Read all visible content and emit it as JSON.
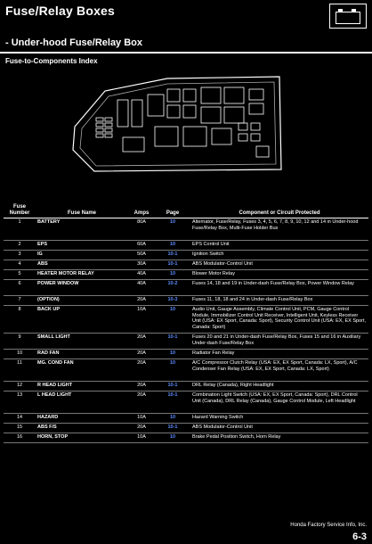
{
  "header": {
    "title": "Fuse/Relay Boxes",
    "subtitle": "- Under-hood Fuse/Relay Box",
    "index": "Fuse-to-Components Index"
  },
  "table": {
    "headers": [
      "Fuse Number",
      "Fuse Name",
      "Amps",
      "Page",
      "Component or Circuit Protected"
    ],
    "rows": [
      {
        "num": "1",
        "name": "BATTERY",
        "amps": "80A",
        "page": "10",
        "desc": "Alternator, Fuse/Relay, Fuses 3, 4, 5, 6, 7, 8, 9, 10, 12 and 14 in Under-hood Fuse/Relay Box, Multi-Fuse Holder Bus",
        "h": "r1"
      },
      {
        "num": "2",
        "name": "EPS",
        "amps": "60A",
        "page": "10",
        "desc": "EPS Control Unit",
        "h": "r0"
      },
      {
        "num": "3",
        "name": "IG",
        "amps": "50A",
        "page": "10-1",
        "desc": "Ignition Switch",
        "h": "r0"
      },
      {
        "num": "4",
        "name": "ABS",
        "amps": "30A",
        "page": "10-1",
        "desc": "ABS Modulator-Control Unit",
        "h": "r0"
      },
      {
        "num": "5",
        "name": "HEATER MOTOR RELAY",
        "amps": "40A",
        "page": "10",
        "desc": "Blower Motor Relay",
        "h": "r0"
      },
      {
        "num": "6",
        "name": "POWER WINDOW",
        "amps": "40A",
        "page": "10-2",
        "desc": "Fuses 14, 18 and 19 in Under-dash Fuse/Relay Box, Power Window Relay",
        "h": "r2"
      },
      {
        "num": "7",
        "name": "(OPTION)",
        "amps": "20A",
        "page": "10-3",
        "desc": "Fuses 11, 18, 18 and 24 in Under-dash Fuse/Relay Box",
        "h": "r0"
      },
      {
        "num": "8",
        "name": "BACK UP",
        "amps": "10A",
        "page": "10",
        "desc": "Audio Unit, Gauge Assembly, Climate Control Unit, PCM, Gauge Control Module, Immobilizer Control Unit Receiver, Intelligent Unit, Keyless Receiver Unit (USA: EX Sport, Canada: Sport), Security Control Unit (USA: EX, EX Sport, Canada: Sport)",
        "h": "r3"
      },
      {
        "num": "9",
        "name": "SMALL LIGHT",
        "amps": "20A",
        "page": "10-1",
        "desc": "Fuses 20 and 21 in Under-dash Fuse/Relay Box, Fuses 15 and 16 in Auxiliary Under-dash Fuse/Relay Box",
        "h": "r2"
      },
      {
        "num": "10",
        "name": "RAD FAN",
        "amps": "20A",
        "page": "10",
        "desc": "Radiator Fan Relay",
        "h": "r0"
      },
      {
        "num": "11",
        "name": "MG. COND FAN",
        "amps": "20A",
        "page": "10",
        "desc": "A/C Compressor Clutch Relay (USA: EX, EX Sport, Canada: LX, Sport), A/C Condenser Fan Relay (USA: EX, EX Sport, Canada: LX, Sport)",
        "h": "r1"
      },
      {
        "num": "12",
        "name": "R HEAD LIGHT",
        "amps": "20A",
        "page": "10-1",
        "desc": "DRL Relay (Canada), Right Headlight",
        "h": "r0"
      },
      {
        "num": "13",
        "name": "L HEAD LIGHT",
        "amps": "20A",
        "page": "10-1",
        "desc": "Combination Light Switch (USA: EX, EX Sport, Canada: Sport), DRL Control Unit (Canada), DRL Relay (Canada), Gauge Control Module, Left Headlight",
        "h": "r1"
      },
      {
        "num": "14",
        "name": "HAZARD",
        "amps": "10A",
        "page": "10",
        "desc": "Hazard Warning Switch",
        "h": "r0"
      },
      {
        "num": "15",
        "name": "ABS F/S",
        "amps": "20A",
        "page": "10-1",
        "desc": "ABS Modulator-Control Unit",
        "h": "r0"
      },
      {
        "num": "16",
        "name": "HORN, STOP",
        "amps": "10A",
        "page": "10",
        "desc": "Brake Pedal Position Switch, Horn Relay",
        "h": "r0"
      }
    ]
  },
  "footer": {
    "credit": "Honda Factory Service Info, Inc.",
    "page": "6-3"
  }
}
